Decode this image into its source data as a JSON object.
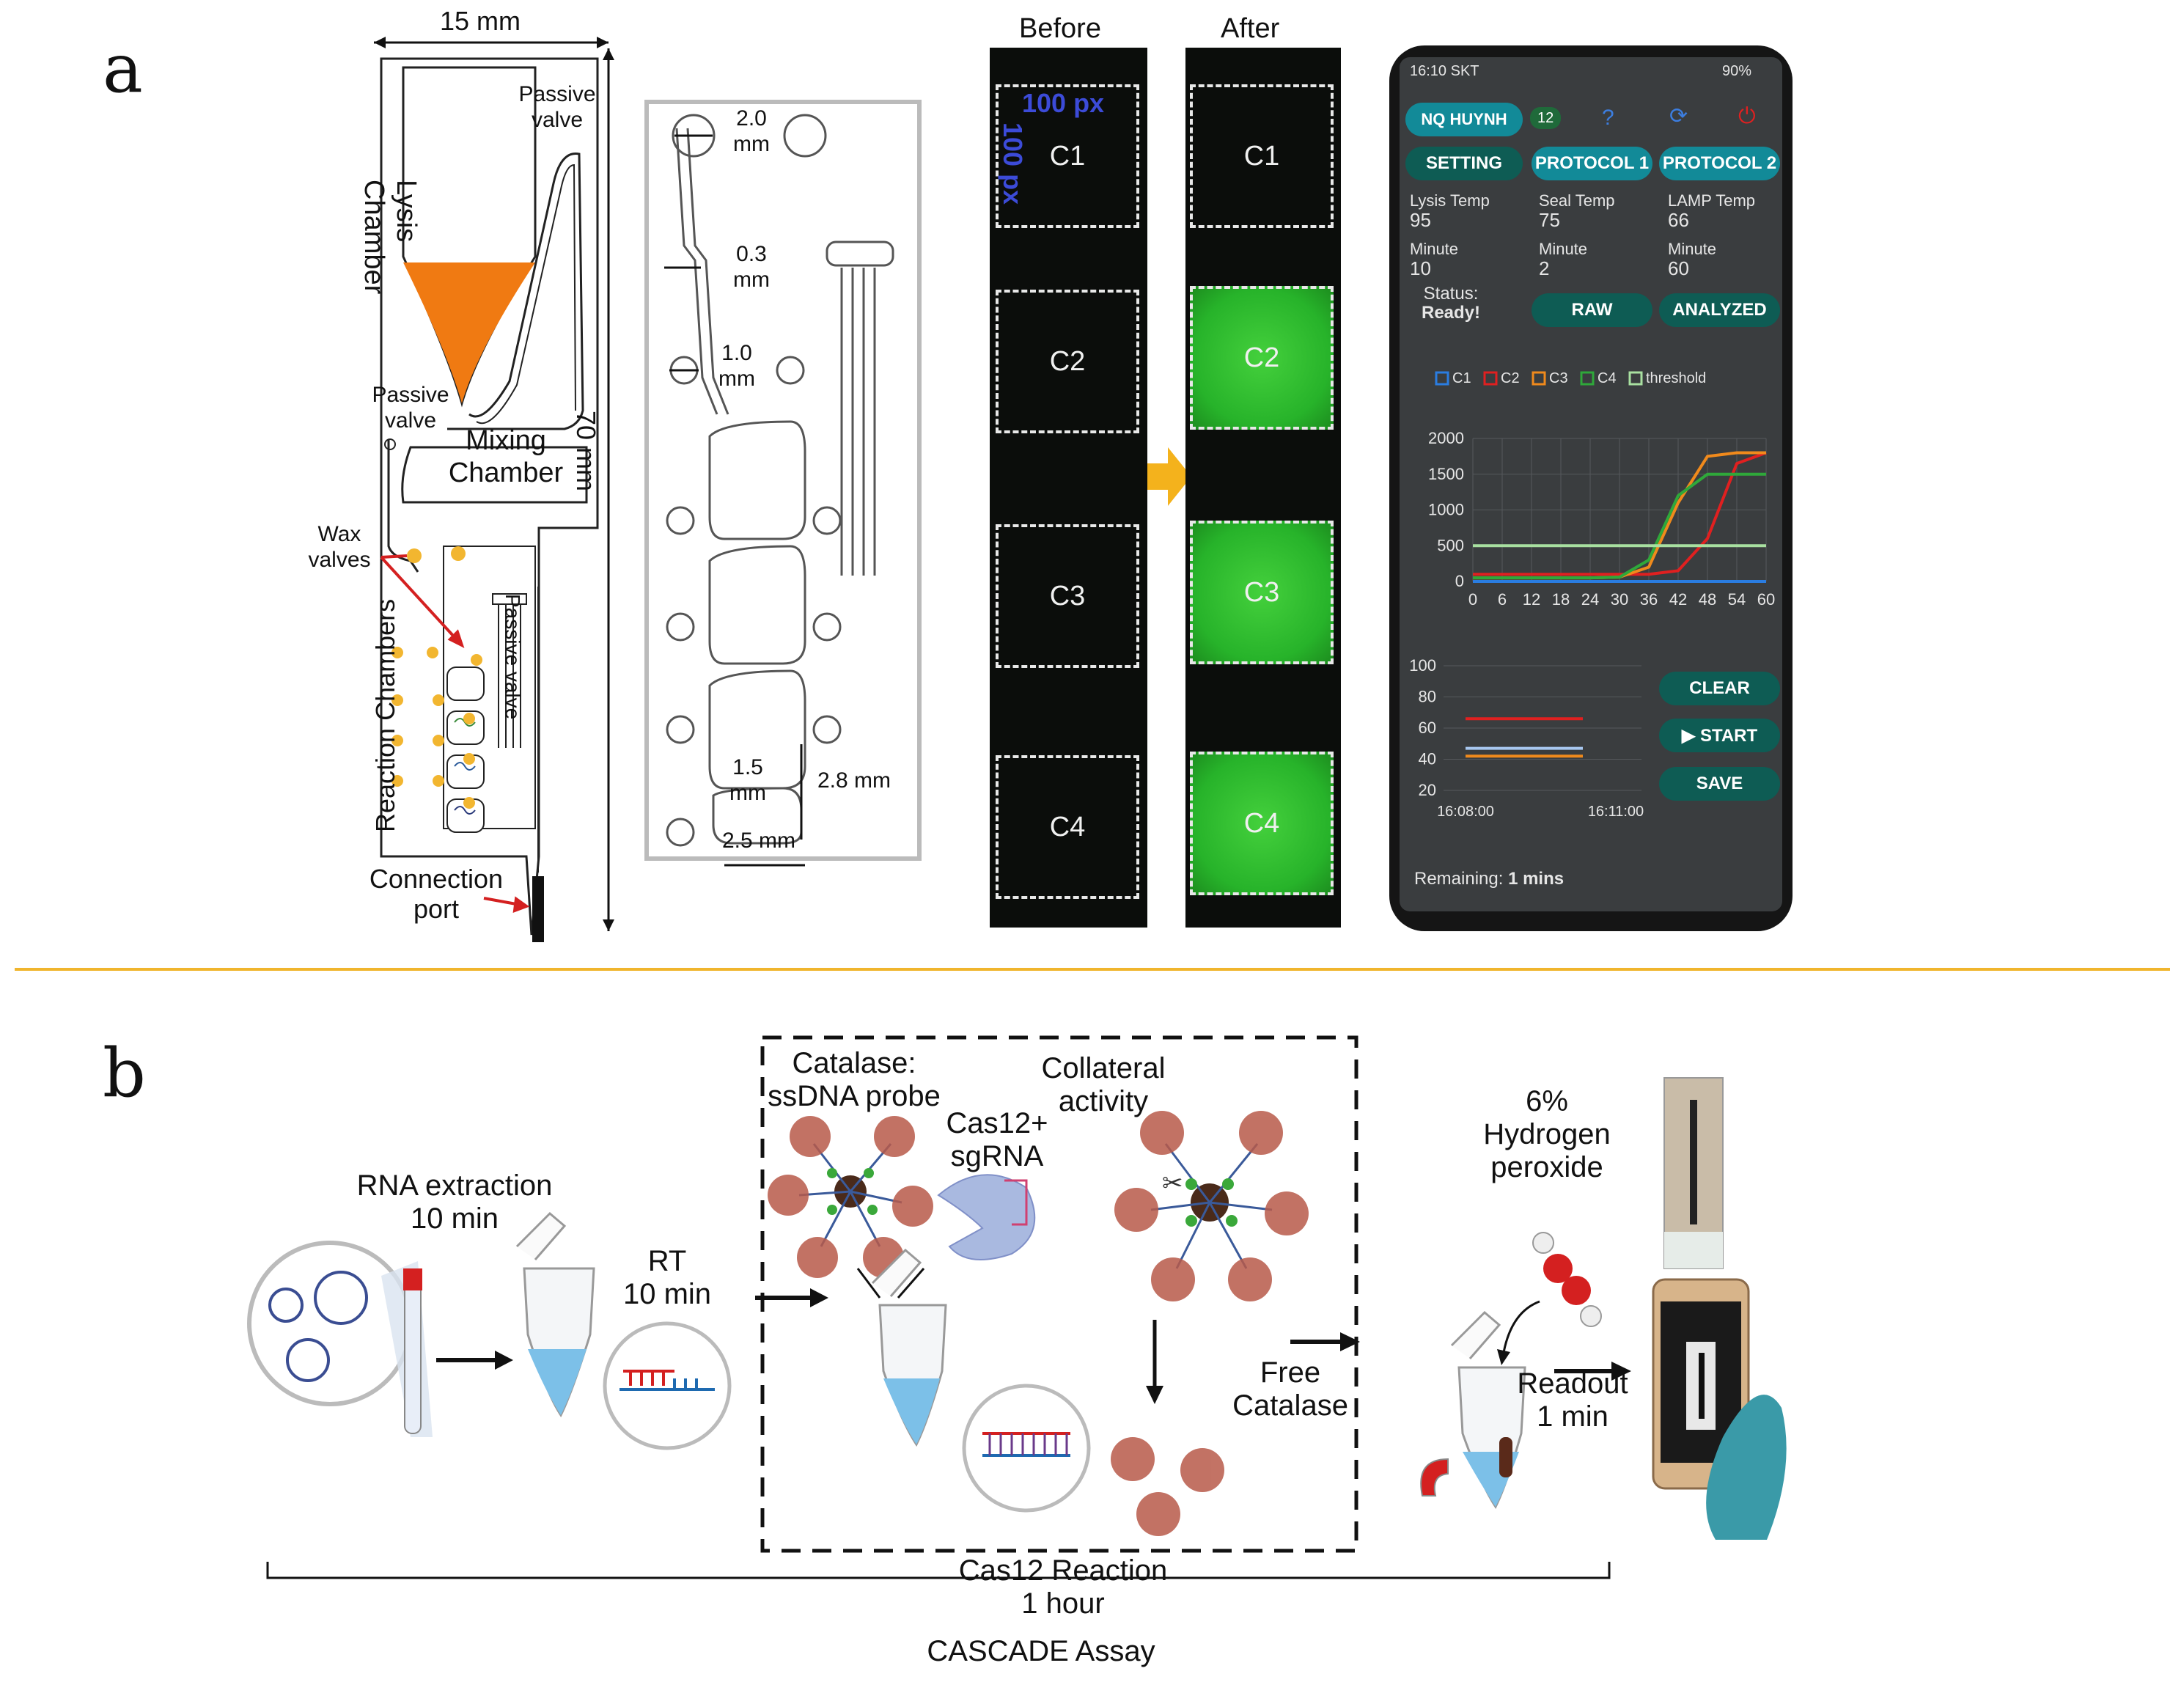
{
  "panel_a": {
    "letter": "a",
    "chip": {
      "width_dim": "15 mm",
      "height_dim": "70 mm",
      "passive_valve_top": [
        "Passive",
        "valve"
      ],
      "lysis_chamber": [
        "Lysis",
        "Chamber"
      ],
      "passive_valve_left": [
        "Passive",
        "valve"
      ],
      "mixing_chamber": [
        "Mixing",
        "Chamber"
      ],
      "wax_valves": [
        "Wax",
        "valves"
      ],
      "reaction_chambers": "Reaction Chambers",
      "passive_valve_right": "Passive valve",
      "connection_port": [
        "Connection",
        "port"
      ]
    },
    "zoom": {
      "dim_inlet": [
        "2.0",
        "mm"
      ],
      "dim_channel": [
        "0.3",
        "mm"
      ],
      "dim_hole": [
        "1.0",
        "mm"
      ],
      "dim_inner": [
        "1.5",
        "mm"
      ],
      "dim_height": "2.8 mm",
      "dim_width": "2.5 mm"
    },
    "fluorescence": {
      "before_label": "Before",
      "after_label": "After",
      "roi_size_h": "100 px",
      "roi_size_v": "100 px",
      "chambers": [
        "C1",
        "C2",
        "C3",
        "C4"
      ]
    },
    "phone": {
      "status_bar_left": "16:10 SKT",
      "status_bar_right": "90%",
      "user": "NQ HUYNH",
      "badge": "12",
      "btn_setting": "SETTING",
      "btn_protocol1": "PROTOCOL 1",
      "btn_protocol2": "PROTOCOL 2",
      "lysis_temp_label": "Lysis Temp",
      "lysis_temp": "95",
      "seal_temp_label": "Seal Temp",
      "seal_temp": "75",
      "lamp_temp_label": "LAMP Temp",
      "lamp_temp": "66",
      "minute_label": "Minute",
      "lysis_min": "10",
      "seal_min": "2",
      "lamp_min": "60",
      "status_label": "Status:",
      "status_value": "Ready!",
      "btn_raw": "RAW",
      "btn_analyzed": "ANALYZED",
      "btn_clear": "CLEAR",
      "btn_start": "▶ START",
      "btn_save": "SAVE",
      "remaining_label": "Remaining:",
      "remaining_value": "1 mins"
    }
  },
  "panel_b": {
    "letter": "b",
    "rna_extraction": [
      "RNA extraction",
      "10 min"
    ],
    "rt": [
      "RT",
      "10 min"
    ],
    "catalase_probe": [
      "Catalase:",
      "ssDNA probe"
    ],
    "cas12_sgrna": [
      "Cas12+",
      "sgRNA"
    ],
    "collateral": [
      "Collateral",
      "activity"
    ],
    "free_catalase": [
      "Free",
      "Catalase"
    ],
    "cas12_reaction": [
      "Cas12 Reaction",
      "1 hour"
    ],
    "h2o2": [
      "6%",
      "Hydrogen",
      "peroxide"
    ],
    "readout": [
      "Readout",
      "1 min"
    ],
    "assay_name": "CASCADE Assay"
  },
  "colors": {
    "lysis_orange": "#f07a12",
    "divider": "#f0b52d",
    "wax_yellow": "#f2b630",
    "red_arrow": "#d42020",
    "green_signal": "#2fbf2f",
    "app_teal": "#0e5c54",
    "app_cyan": "#128a98"
  },
  "chart_data": [
    {
      "type": "line",
      "title": "",
      "legend": [
        "C1",
        "C2",
        "C3",
        "C4",
        "threshold"
      ],
      "legend_placement": "top",
      "x": [
        0,
        6,
        12,
        18,
        24,
        30,
        36,
        42,
        48,
        54,
        60
      ],
      "xlim": [
        0,
        60
      ],
      "ylim": [
        0,
        2000
      ],
      "yticks": [
        0,
        500,
        1000,
        1500,
        2000
      ],
      "series": [
        {
          "name": "C1",
          "color": "#2a7de1",
          "values": [
            0,
            0,
            0,
            0,
            0,
            0,
            0,
            0,
            0,
            0,
            0
          ]
        },
        {
          "name": "C2",
          "color": "#e02020",
          "values": [
            100,
            100,
            100,
            100,
            100,
            100,
            100,
            150,
            600,
            1650,
            1800
          ]
        },
        {
          "name": "C3",
          "color": "#f08a1c",
          "values": [
            50,
            50,
            50,
            50,
            50,
            60,
            200,
            1100,
            1750,
            1800,
            1800
          ]
        },
        {
          "name": "C4",
          "color": "#2fa83a",
          "values": [
            50,
            50,
            50,
            50,
            50,
            60,
            300,
            1200,
            1500,
            1500,
            1500
          ]
        },
        {
          "name": "threshold",
          "color": "#a8e0a0",
          "values": [
            500,
            500,
            500,
            500,
            500,
            500,
            500,
            500,
            500,
            500,
            500
          ]
        }
      ],
      "grid": true
    },
    {
      "type": "line",
      "title": "",
      "x_ticks": [
        "16:08:00",
        "16:11:00"
      ],
      "ylim": [
        20,
        100
      ],
      "yticks": [
        20,
        40,
        60,
        80,
        100
      ],
      "series": [
        {
          "name": "",
          "color": "#e02020",
          "values": [
            66,
            66
          ]
        },
        {
          "name": "",
          "color": "#a8c8f0",
          "values": [
            47,
            47
          ]
        },
        {
          "name": "",
          "color": "#f08a1c",
          "values": [
            42,
            42
          ]
        }
      ],
      "grid": true
    }
  ]
}
